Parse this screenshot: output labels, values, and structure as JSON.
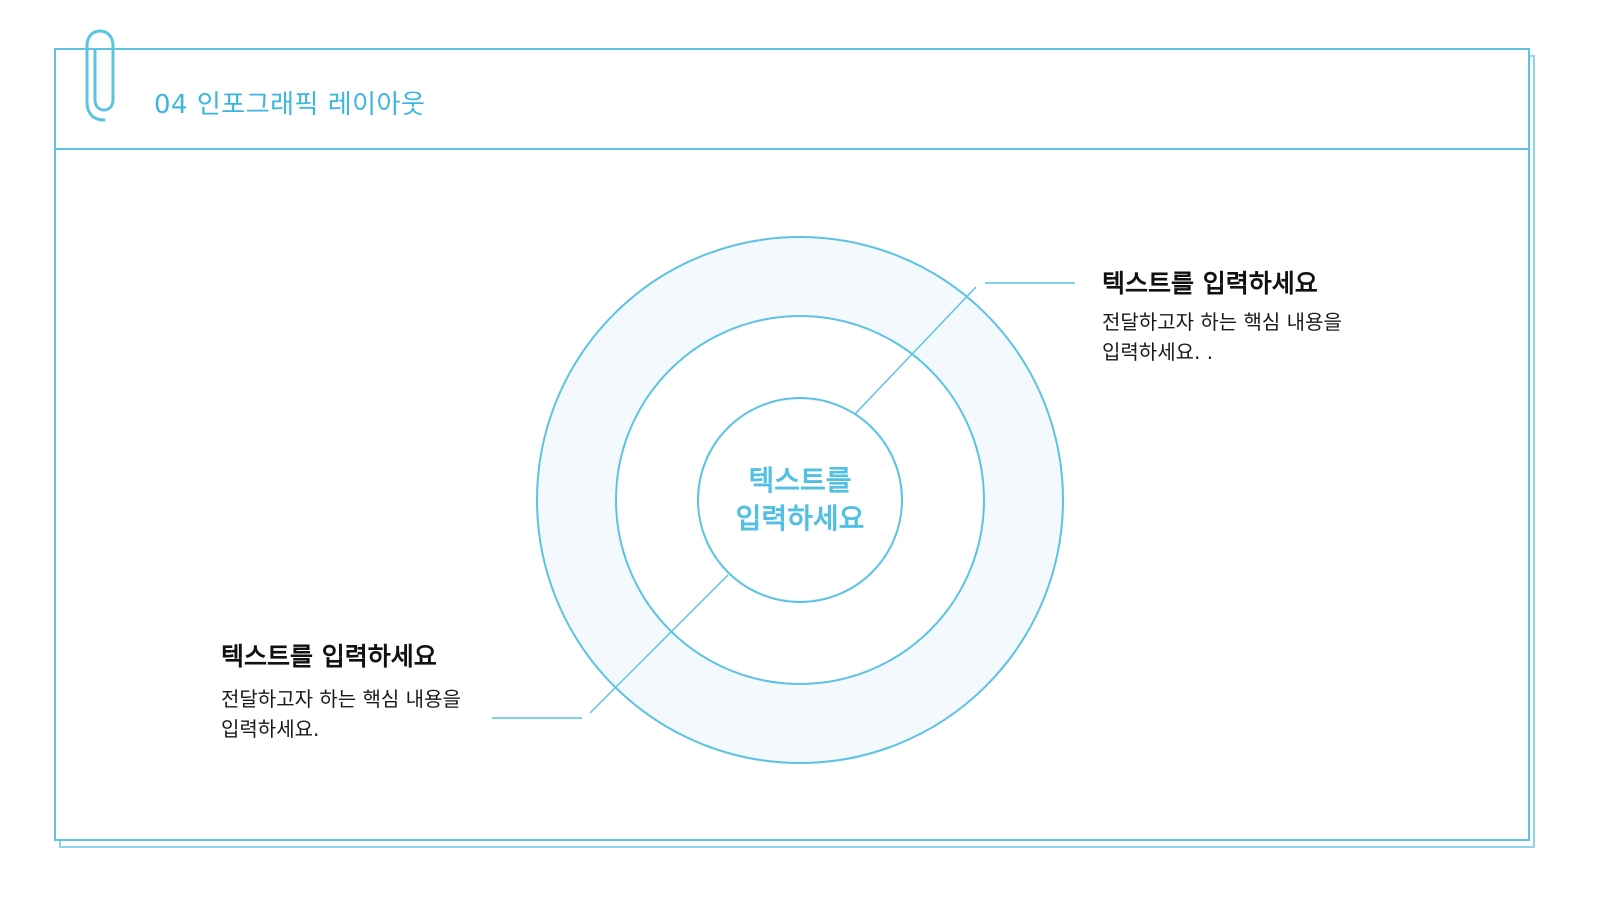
{
  "header": {
    "title": "04 인포그래픽 레이아웃"
  },
  "center": {
    "line1": "텍스트를",
    "line2": "입력하세요"
  },
  "callouts": [
    {
      "title": "텍스트를 입력하세요",
      "body_line1": "전달하고자 하는 핵심 내용을",
      "body_line2": "입력하세요. ."
    },
    {
      "title": "텍스트를 입력하세요",
      "body_line1": "전달하고자 하는 핵심 내용을",
      "body_line2": "입력하세요."
    }
  ],
  "colors": {
    "accent": "#5cc3e3",
    "accent_text": "#3bb6e0",
    "ring_fill": "#f3f9fc",
    "text_dark": "#111111"
  },
  "icons": {
    "header_icon": "paperclip-icon"
  }
}
